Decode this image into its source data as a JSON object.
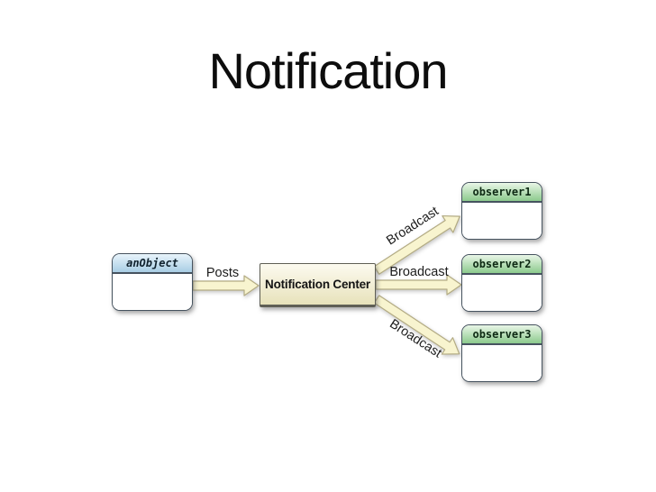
{
  "slide": {
    "title": "Notification"
  },
  "diagram": {
    "source_box": {
      "label": "anObject"
    },
    "center_box": {
      "label": "Notification Center"
    },
    "arrows": {
      "posts": {
        "label": "Posts"
      },
      "broadcast_top": {
        "label": "Broadcast"
      },
      "broadcast_middle": {
        "label": "Broadcast"
      },
      "broadcast_bottom": {
        "label": "Broadcast"
      }
    },
    "observer_boxes": [
      {
        "label": "observer1"
      },
      {
        "label": "observer2"
      },
      {
        "label": "observer3"
      }
    ]
  },
  "colors": {
    "title_color": "#0d0d0d",
    "label_color": "#1c1c1c",
    "arrow_fill": "#f8f4cf",
    "arrow_stroke": "#b3ab83",
    "box_border": "#46535f",
    "source_header_top": "#e8f4fb",
    "source_header_bottom": "#a8cde4",
    "observer_header_top": "#e9f6e7",
    "observer_header_bottom": "#8cca8d",
    "center_border": "#5f5f55",
    "center_fill_top": "#fcfaef",
    "center_fill_bottom": "#e7e2ba"
  }
}
